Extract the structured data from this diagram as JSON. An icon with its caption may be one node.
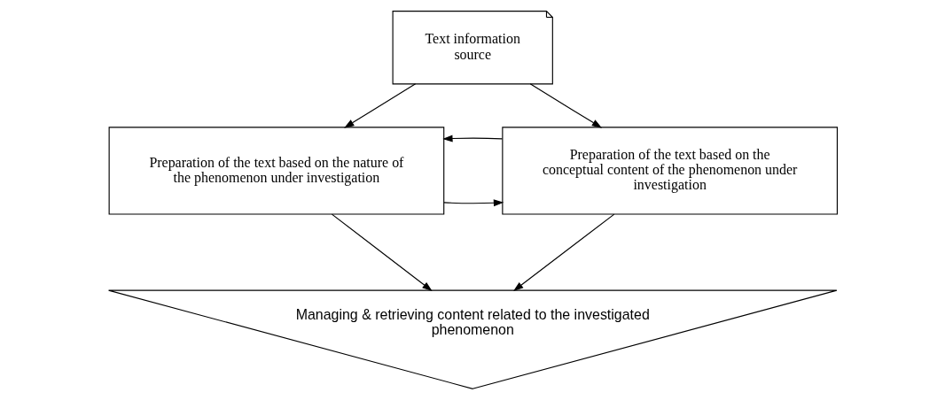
{
  "diagram": {
    "nodes": [
      {
        "text": [
          "Text information source"
        ]
      },
      {
        "text": [
          "Preparation of the text based on the nature of the phenomenon under investigation"
        ]
      },
      {
        "text": [
          "Preparation of the text based on the conceptual content of the phenomenon under investigation"
        ]
      },
      {
        "text": [
          "Managing & retrieving content related to the investigated phenomenon"
        ]
      }
    ],
    "edges": [
      {
        "from": 0,
        "to": 1,
        "arrow": "to"
      },
      {
        "from": 0,
        "to": 2,
        "arrow": "to"
      },
      {
        "from": 1,
        "to": 2,
        "arrow": "to"
      },
      {
        "from": 2,
        "to": 1,
        "arrow": "to"
      },
      {
        "from": 1,
        "to": 3,
        "arrow": "to"
      },
      {
        "from": 2,
        "to": 3,
        "arrow": "to"
      }
    ]
  }
}
